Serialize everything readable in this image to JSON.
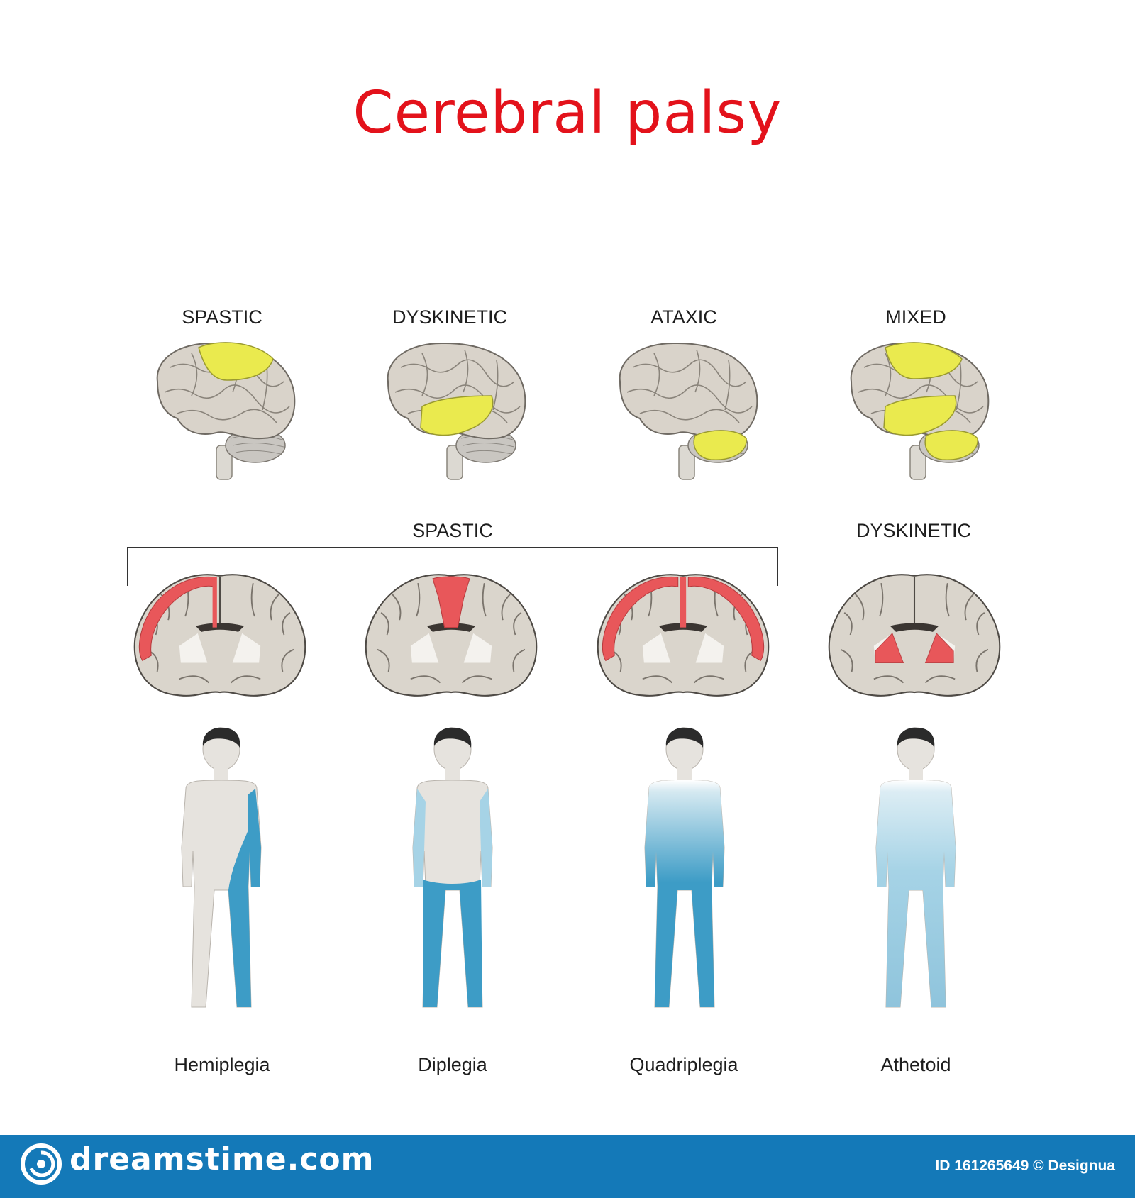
{
  "title": "Cerebral palsy",
  "brain_types": [
    {
      "label": "SPASTIC"
    },
    {
      "label": "DYSKINETIC"
    },
    {
      "label": "ATAXIC"
    },
    {
      "label": "MIXED"
    }
  ],
  "coronal_groups": {
    "spastic_label": "SPASTIC",
    "dyskinetic_label": "DYSKINETIC"
  },
  "body_types": [
    {
      "label": "Hemiplegia"
    },
    {
      "label": "Diplegia"
    },
    {
      "label": "Quadriplegia"
    },
    {
      "label": "Athetoid"
    }
  ],
  "colors": {
    "title": "#e3121b",
    "highlight_yellow": "#eaea4e",
    "cortex_red": "#e8575a",
    "affected_blue": "#3d9cc6",
    "light_blue": "#a6d3e6",
    "body_grey": "#e6e3de",
    "footer_blue": "#1479b8"
  },
  "footer": {
    "brand": "dreamstime.com",
    "id_text": "ID 161265649 © Designua"
  }
}
